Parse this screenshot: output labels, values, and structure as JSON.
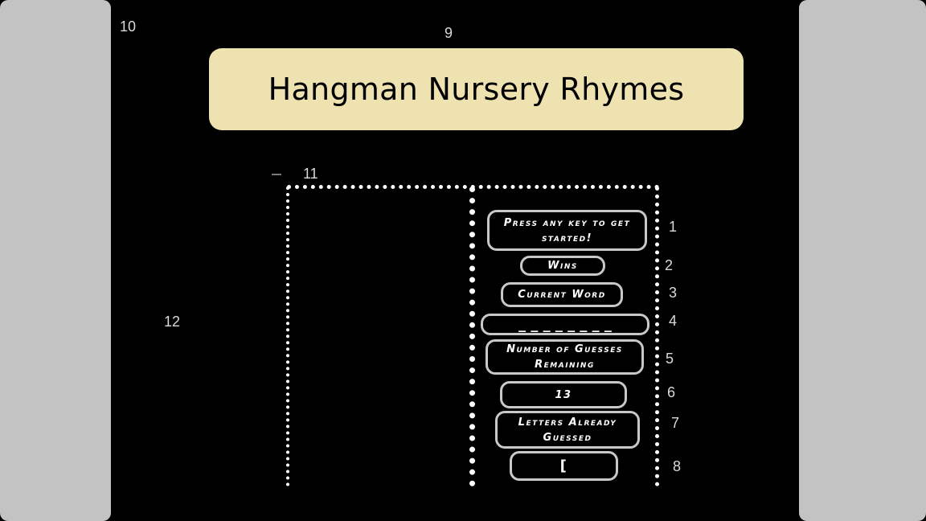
{
  "title": "Hangman Nursery Rhymes",
  "callouts": {
    "c1": "1",
    "c2": "2",
    "c3": "3",
    "c4": "4",
    "c5": "5",
    "c6": "6",
    "c7": "7",
    "c8": "8",
    "c9": "9",
    "c10": "10",
    "c11": "11",
    "c12": "12"
  },
  "game_panel": {
    "start_prompt": "Press any key to get started!",
    "wins_label": "Wins",
    "current_word_label": "Current Word",
    "word_blanks": "_ _ _ _ _ _ _ _",
    "guesses_remaining_label": "Number of Guesses Remaining",
    "guesses_remaining_value": "13",
    "letters_guessed_label": "Letters Already Guessed",
    "letters_guessed_value": "["
  },
  "colors": {
    "background": "#000000",
    "side_panels": "#c3c3c3",
    "title_banner": "#eee2b0",
    "pill_border": "#c8c8c8",
    "dotted_frame": "#ffffff"
  }
}
